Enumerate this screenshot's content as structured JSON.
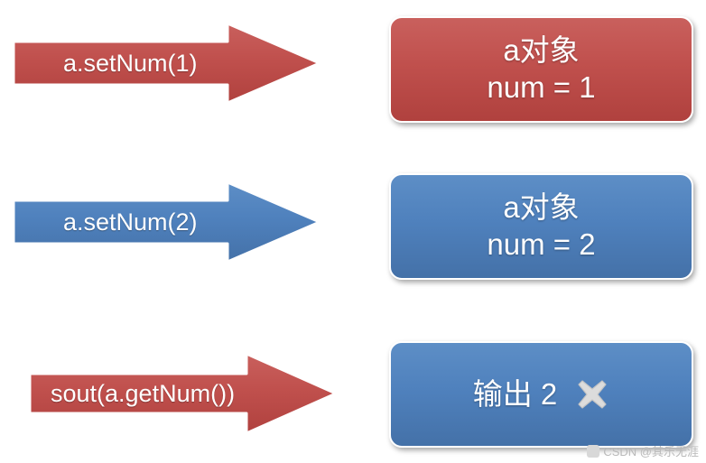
{
  "diagram": {
    "title": "object reference assignment sequence",
    "colors": {
      "red": "#c0504d",
      "blue": "#4f81bd",
      "white": "#ffffff",
      "x_icon": "#d9d9d9"
    },
    "arrows": [
      {
        "label": "a.setNum(1)",
        "color": "#c0504d",
        "name": "arrow-set-num-1"
      },
      {
        "label": "a.setNum(2)",
        "color": "#4f81bd",
        "name": "arrow-set-num-2"
      },
      {
        "label": "sout(a.getNum())",
        "color": "#c0504d",
        "name": "arrow-sout-get-num"
      }
    ],
    "boxes": [
      {
        "color": "#c0504d",
        "line1": "a对象",
        "line2": "num = 1"
      },
      {
        "color": "#4f81bd",
        "line1": "a对象",
        "line2": "num = 2"
      },
      {
        "color": "#4f81bd",
        "line1": "输出 2",
        "icon": "x-mark-icon"
      }
    ]
  },
  "watermark": {
    "text": "CSDN @其乐无涯"
  }
}
